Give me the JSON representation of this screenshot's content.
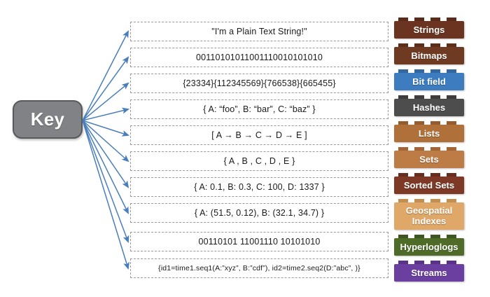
{
  "diagram": {
    "key_node": {
      "label": "Key"
    },
    "arrow_color": "#4a7ebb",
    "rows": [
      {
        "value": "\"I'm a Plain Text String!\"",
        "type_label": "Strings",
        "brick_color": "#6b3420",
        "stud_color": "#5a2b1a",
        "tall": false,
        "small": false
      },
      {
        "value": "00110101011001110010101010",
        "type_label": "Bitmaps",
        "brick_color": "#6e3a22",
        "stud_color": "#5c2f1b",
        "tall": false,
        "small": false
      },
      {
        "value": "{23334}{112345569}{766538}{665455}",
        "type_label": "Bit field",
        "brick_color": "#3d7cbf",
        "stud_color": "#3268a2",
        "tall": false,
        "small": false
      },
      {
        "value": "{ A: “foo”, B: “bar”, C: “baz”  }",
        "type_label": "Hashes",
        "brick_color": "#4d4d4d",
        "stud_color": "#3d3d3d",
        "tall": false,
        "small": false
      },
      {
        "value": "[ A → B → C → D → E ]",
        "type_label": "Lists",
        "brick_color": "#b0703a",
        "stud_color": "#955c2e",
        "tall": false,
        "small": false
      },
      {
        "value": "{  A , B , C , D , E  }",
        "type_label": "Sets",
        "brick_color": "#bd7b45",
        "stud_color": "#a26538",
        "tall": false,
        "small": false
      },
      {
        "value": "{ A: 0.1, B: 0.3, C: 100, D: 1337 }",
        "type_label": "Sorted Sets",
        "brick_color": "#7d3826",
        "stud_color": "#682d1e",
        "tall": false,
        "small": false
      },
      {
        "value": "{ A: (51.5, 0.12), B: (32.1, 34.7)  }",
        "type_label": "Geospatial Indexes",
        "type_label_line1": "Geospatial",
        "type_label_line2": "Indexes",
        "brick_color": "#e0a868",
        "stud_color": "#c28f53",
        "tall": true,
        "small": false
      },
      {
        "value": "00110101 11001110 10101010",
        "type_label": "Hyperloglogs",
        "brick_color": "#4e6b28",
        "stud_color": "#3e5620",
        "tall": false,
        "small": false
      },
      {
        "value": "{id1=time1.seq1(A:”xyz”, B:”cdf”), id2=time2.seq2(D:”abc”, )}",
        "type_label": "Streams",
        "brick_color": "#6b3fa0",
        "stud_color": "#59348685",
        "tall": false,
        "small": true
      }
    ]
  }
}
